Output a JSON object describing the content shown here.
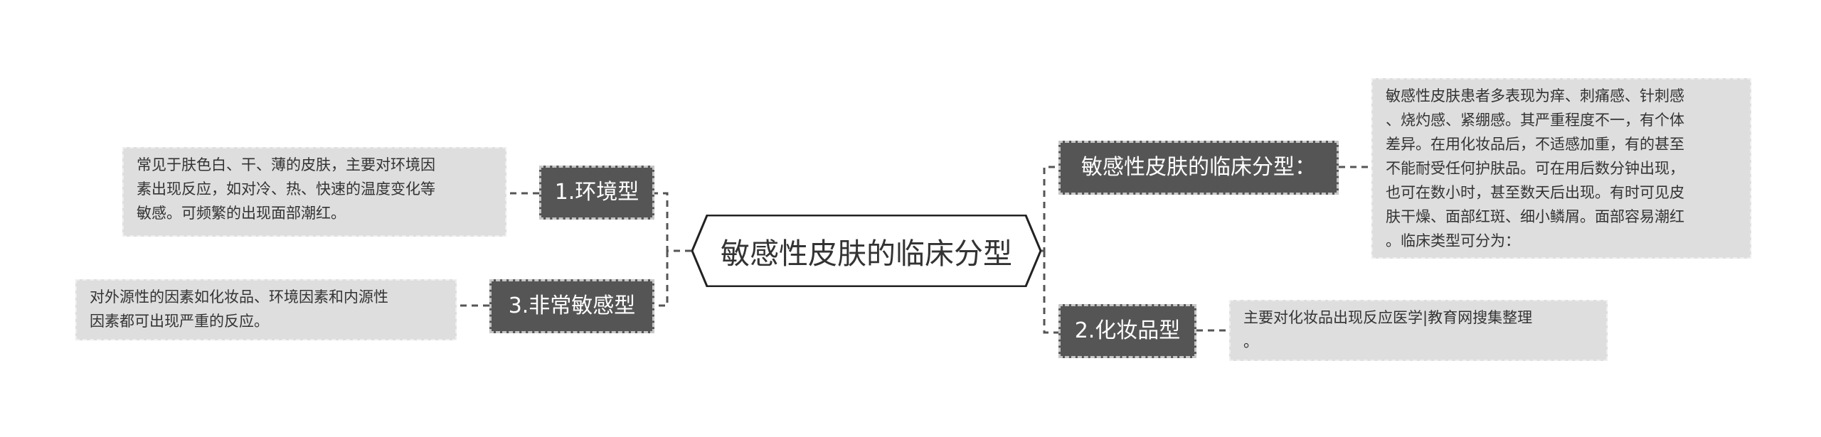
{
  "root": {
    "label": "敏感性皮肤的临床分型"
  },
  "branches": {
    "env": {
      "label": "1.环境型"
    },
    "very": {
      "label": "3.非常敏感型"
    },
    "clinical": {
      "label": "敏感性皮肤的临床分型："
    },
    "cosmetic": {
      "label": "2.化妆品型"
    }
  },
  "leaves": {
    "env": {
      "lines": [
        "常见于肤色白、干、薄的皮肤，主要对环境因",
        "素出现反应，如对冷、热、快速的温度变化等",
        "敏感。可频繁的出现面部潮红。"
      ]
    },
    "very": {
      "lines": [
        "对外源性的因素如化妆品、环境因素和内源性",
        "因素都可出现严重的反应。"
      ]
    },
    "clinical": {
      "lines": [
        "敏感性皮肤患者多表现为痒、刺痛感、针刺感",
        "、烧灼感、紧绷感。其严重程度不一，有个体",
        "差异。在用化妆品后，不适感加重，有的甚至",
        "不能耐受任何护肤品。可在用后数分钟出现，",
        "也可在数小时，甚至数天后出现。有时可见皮",
        "肤干燥、面部红斑、细小鳞屑。面部容易潮红",
        "。临床类型可分为："
      ]
    },
    "cosmetic": {
      "lines": [
        "主要对化妆品出现反应医学|教育网搜集整理",
        "。"
      ]
    }
  },
  "colors": {
    "branch_bg": "#555555",
    "leaf_bg": "#dedede",
    "connector": "#555555",
    "root_border": "#222222"
  }
}
